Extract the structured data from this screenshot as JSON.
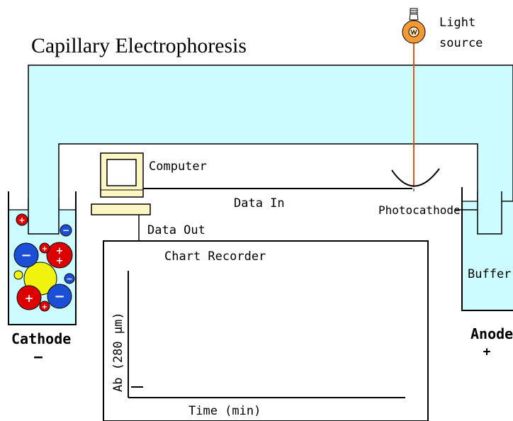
{
  "title": "Capillary Electrophoresis",
  "light_source": {
    "line1": "Light",
    "line2": "source"
  },
  "labels": {
    "computer": "Computer",
    "data_in": "Data In",
    "data_out": "Data Out",
    "photocathode": "Photocathode",
    "chart_recorder": "Chart Recorder",
    "buffer": "Buffer",
    "cathode": "Cathode",
    "cathode_sign": "−",
    "anode": "Anode",
    "anode_sign": "+",
    "y_axis": "Ab (280 µm)",
    "x_axis": "Time (min)"
  },
  "particle_signs": {
    "positive": "+",
    "negative": "−"
  },
  "colors": {
    "buffer_fill": "#ccfcff",
    "capillary_fill": "#ccfcff",
    "light_beam": "#e0521e",
    "bulb": "#f59a32",
    "computer_body": "#fcf6c4",
    "positive_particle": "#dd0000",
    "negative_particle": "#1a4fd6",
    "neutral_particle": "#f2f20f"
  }
}
